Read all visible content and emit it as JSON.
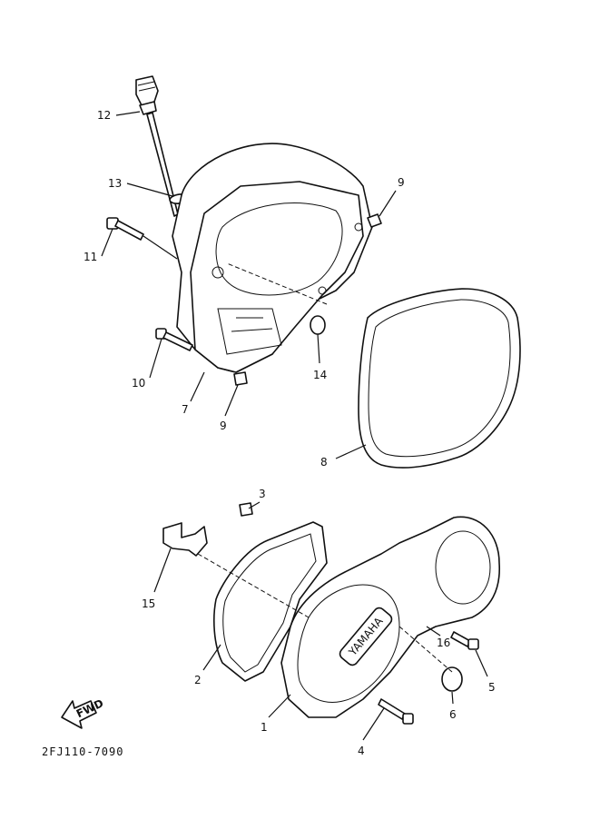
{
  "diagram": {
    "code": "2FJ110-7090",
    "fwd_label": "FWD",
    "brand_emblem": "YAMAHA",
    "callouts": {
      "c12": "12",
      "c13": "13",
      "c11": "11",
      "c9a": "9",
      "c10": "10",
      "c14": "14",
      "c7": "7",
      "c9b": "9",
      "c8": "8",
      "c3": "3",
      "c15": "15",
      "c2": "2",
      "c16": "16",
      "c5": "5",
      "c1": "1",
      "c6": "6",
      "c4": "4"
    }
  }
}
